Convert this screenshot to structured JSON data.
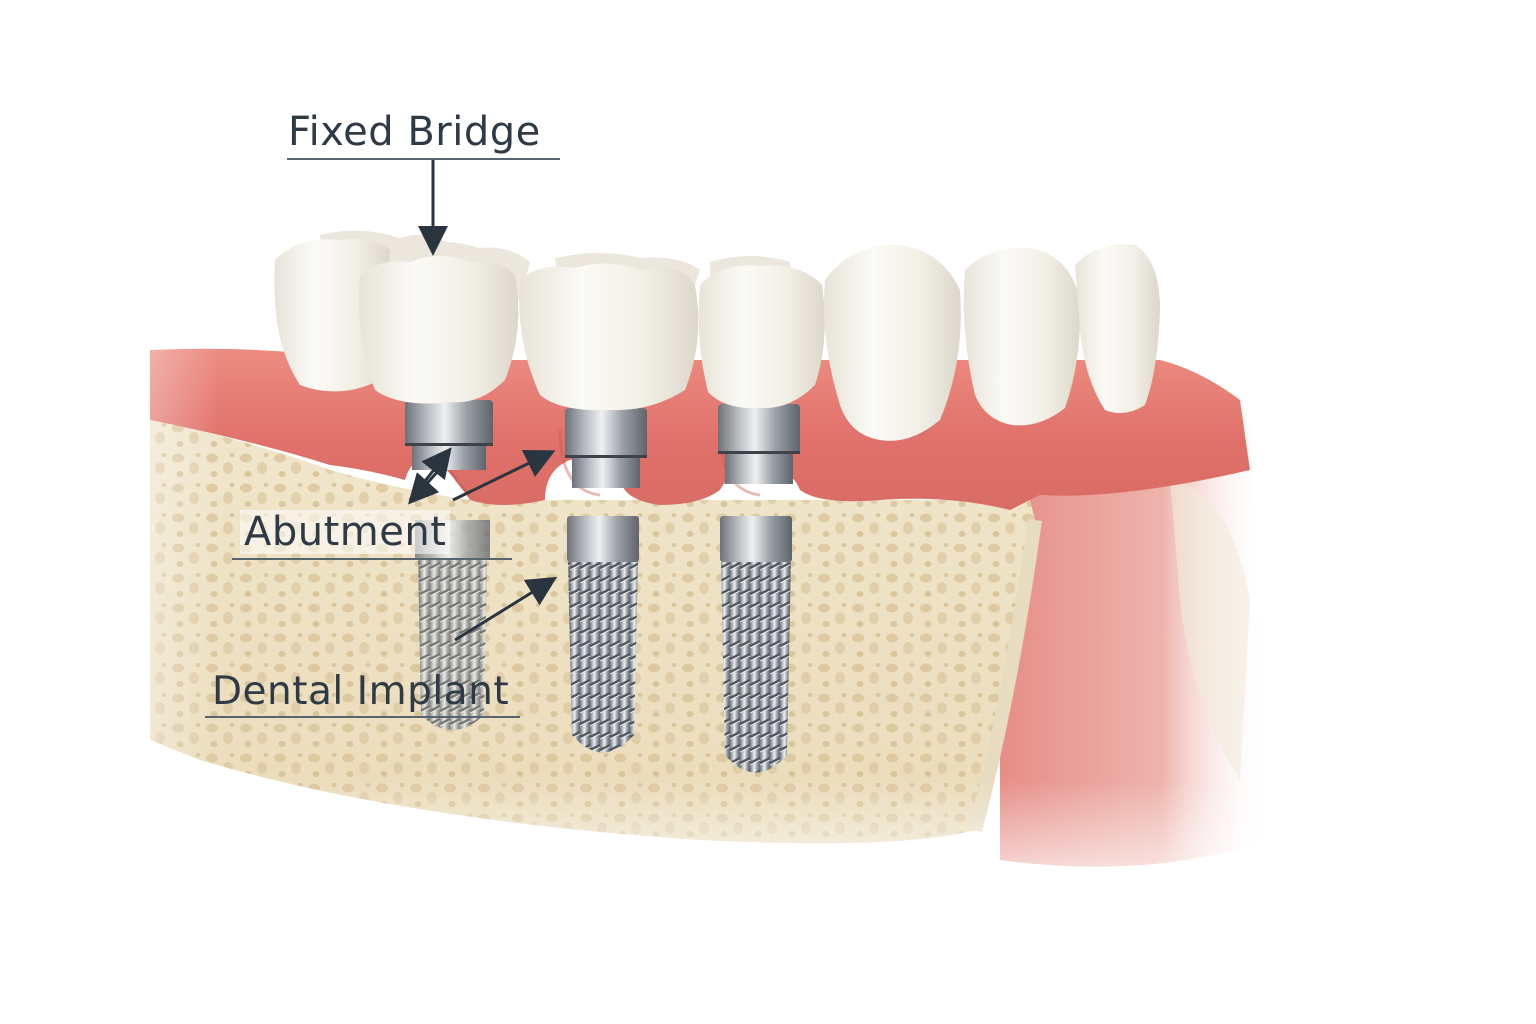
{
  "diagram": {
    "subject": "Implant-supported fixed bridge in lower jaw cross-section",
    "labels": {
      "fixed_bridge": "Fixed Bridge",
      "abutment": "Abutment",
      "dental_implant": "Dental Implant"
    },
    "components": {
      "crowns": [
        "molar-crown-1",
        "premolar-crown-2",
        "premolar-crown-3",
        "canine-crown-4"
      ],
      "natural_teeth": [
        "incisor-1",
        "incisor-2",
        "incisor-3"
      ],
      "abutments": 3,
      "implants": 3
    },
    "colors": {
      "label_text": "#2f3a46",
      "arrow": "#2b3540",
      "tooth": "#f3f1ea",
      "gum": "#e0796d",
      "gum_dark": "#c85a50",
      "bone": "#efe3c8",
      "bone_pore": "#d9c29a",
      "metal_light": "#d8dadd",
      "metal_dark": "#6f757c",
      "background": "#ffffff"
    }
  }
}
